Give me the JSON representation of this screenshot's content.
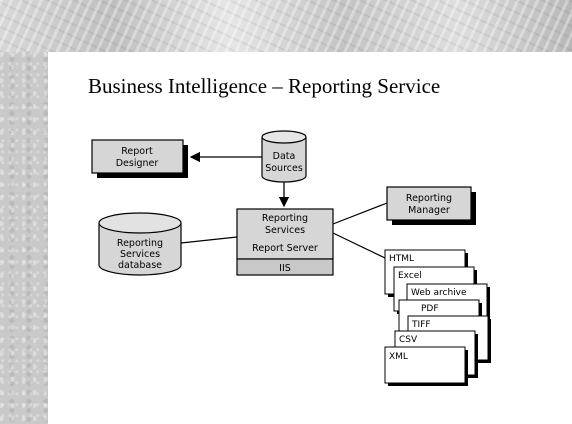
{
  "slide": {
    "title": "Business Intelligence – Reporting Service"
  },
  "diagram": {
    "report_designer": [
      "Report",
      "Designer"
    ],
    "data_sources": [
      "Data",
      "Sources"
    ],
    "reporting_manager": [
      "Reporting",
      "Manager"
    ],
    "reporting_services_db": [
      "Reporting",
      "Services",
      "database"
    ],
    "server": {
      "line1": "Reporting",
      "line2": "Services",
      "line3": "Report Server",
      "iis": "IIS"
    },
    "formats": [
      "HTML",
      "Excel",
      "Web archive",
      "PDF",
      "TIFF",
      "CSV",
      "XML"
    ]
  }
}
